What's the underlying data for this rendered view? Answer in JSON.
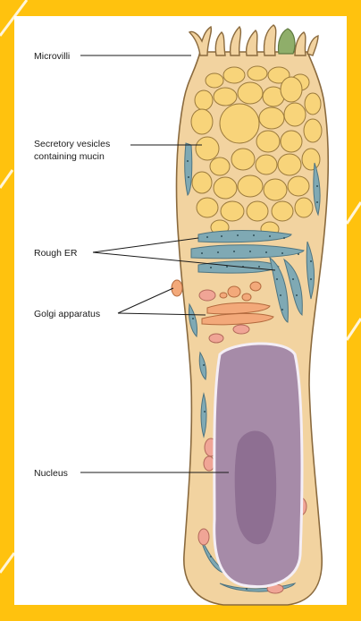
{
  "labels": {
    "microvilli": "Microvilli",
    "secretory_line1": "Secretory vesicles",
    "secretory_line2": "containing mucin",
    "rough_er": "Rough ER",
    "golgi": "Golgi apparatus",
    "nucleus": "Nucleus"
  },
  "colors": {
    "background": "#ffc20e",
    "panel": "#ffffff",
    "cytoplasm": "#f2d3a0",
    "cell_outline": "#8a6a3e",
    "vesicle": "#f8d47a",
    "vesicle_outline": "#9b7a3c",
    "rough_er": "#7fa9b4",
    "golgi": "#f3a97a",
    "mitochondria": "#f0a596",
    "nucleus": "#a68ba8",
    "nucleolus": "#8e6f92"
  }
}
